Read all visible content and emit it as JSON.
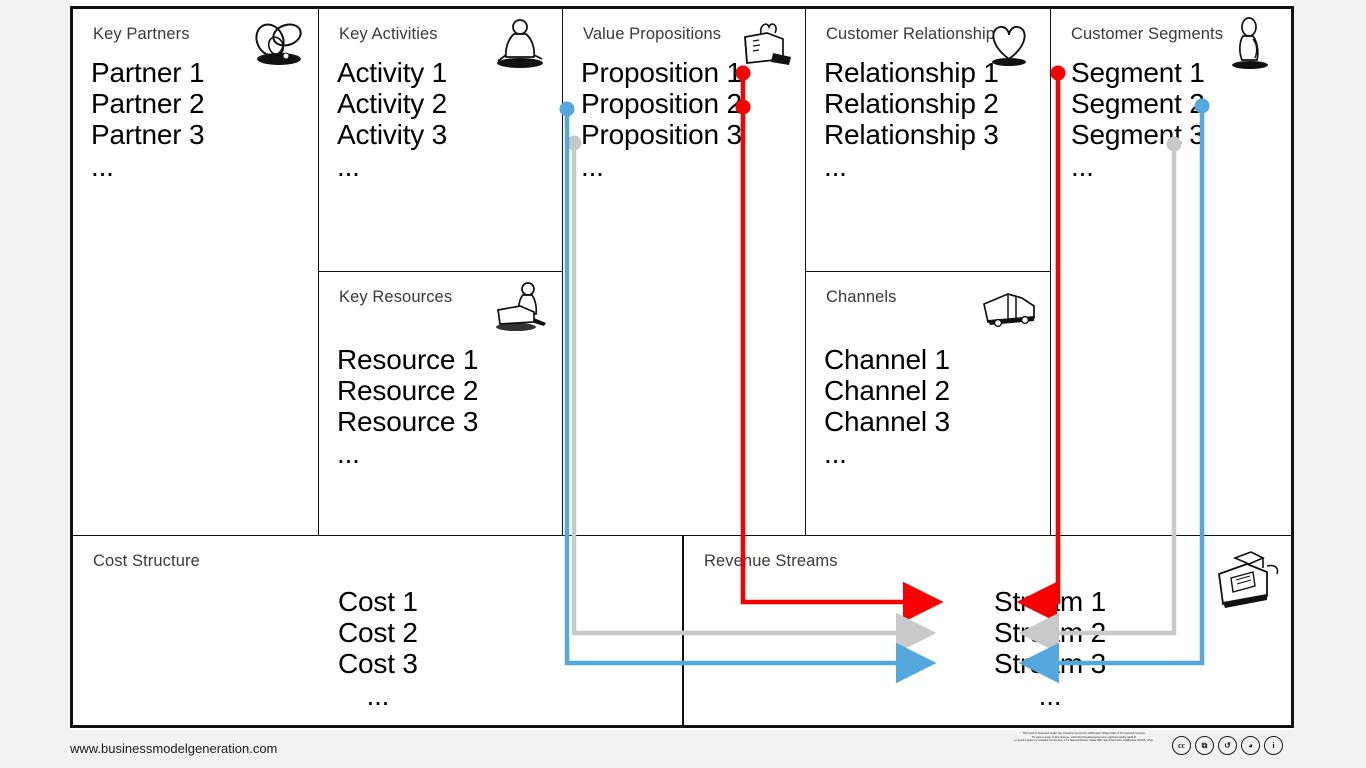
{
  "canvas": {
    "footer_url": "www.businessmodelgeneration.com",
    "license_lines": [
      "This work is licensed under the Creative Commons Attribution-Share Alike 3.0 Unported License.",
      "To view a copy of this license, visit http://creativecommons.org/licenses/by-sa/3.0/",
      "or send a letter to Creative Commons, 171 Second Street, Suite 300, San Francisco, California, 94105, USA."
    ],
    "cc_icons": [
      "cc-icon",
      "by-icon",
      "share-alike-icon",
      "sampling-icon",
      "attribution-icon"
    ]
  },
  "blocks": {
    "key_partners": {
      "title": "Key Partners",
      "icon": "chain-links-icon",
      "items": [
        "Partner 1",
        "Partner 2",
        "Partner 3"
      ],
      "more": "..."
    },
    "key_activities": {
      "title": "Key Activities",
      "icon": "worker-hammer-icon",
      "items": [
        "Activity 1",
        "Activity 2",
        "Activity 3"
      ],
      "more": "..."
    },
    "key_resources": {
      "title": "Key Resources",
      "icon": "worker-machine-icon",
      "items": [
        "Resource 1",
        "Resource 2",
        "Resource 3"
      ],
      "more": "..."
    },
    "value_propositions": {
      "title": "Value Propositions",
      "icon": "gift-package-icon",
      "items": [
        "Proposition 1",
        "Proposition 2",
        "Proposition 3"
      ],
      "more": "..."
    },
    "customer_relationships": {
      "title": "Customer Relationships",
      "icon": "heart-icon",
      "items": [
        "Relationship 1",
        "Relationship 2",
        "Relationship 3"
      ],
      "more": "..."
    },
    "channels": {
      "title": "Channels",
      "icon": "delivery-truck-icon",
      "items": [
        "Channel 1",
        "Channel 2",
        "Channel 3"
      ],
      "more": "..."
    },
    "customer_segments": {
      "title": "Customer Segments",
      "icon": "person-standing-icon",
      "items": [
        "Segment 1",
        "Segment 2",
        "Segment 3"
      ],
      "more": "..."
    },
    "cost_structure": {
      "title": "Cost Structure",
      "icon": "invoice-paper-icon",
      "items": [
        "Cost 1",
        "Cost 2",
        "Cost 3"
      ],
      "more": "..."
    },
    "revenue_streams": {
      "title": "Revenue Streams",
      "icon": "cash-register-icon",
      "items": [
        "Stream 1",
        "Stream 2",
        "Stream 3"
      ],
      "more": "..."
    }
  },
  "connectors": {
    "colors": {
      "red": "#f60000",
      "blue": "#54a8dd",
      "gray": "#c9c9c9"
    },
    "links": [
      {
        "name": "proposition-1-to-stream-1",
        "color": "red",
        "from": "Proposition 1",
        "to": "Stream 1"
      },
      {
        "name": "proposition-2-to-stream-1",
        "color": "red",
        "from": "Proposition 2",
        "to": "Stream 1"
      },
      {
        "name": "segment-1-to-stream-1",
        "color": "red",
        "from": "Segment 1",
        "to": "Stream 1"
      },
      {
        "name": "proposition-3-to-stream-2",
        "color": "gray",
        "from": "Proposition 3",
        "to": "Stream 2"
      },
      {
        "name": "segment-3-to-stream-2",
        "color": "gray",
        "from": "Segment 3",
        "to": "Stream 2"
      },
      {
        "name": "proposition-2-left-to-stream-3",
        "color": "blue",
        "from": "Proposition 2",
        "to": "Stream 3"
      },
      {
        "name": "segment-2-to-stream-3",
        "color": "blue",
        "from": "Segment 2",
        "to": "Stream 3"
      }
    ]
  }
}
